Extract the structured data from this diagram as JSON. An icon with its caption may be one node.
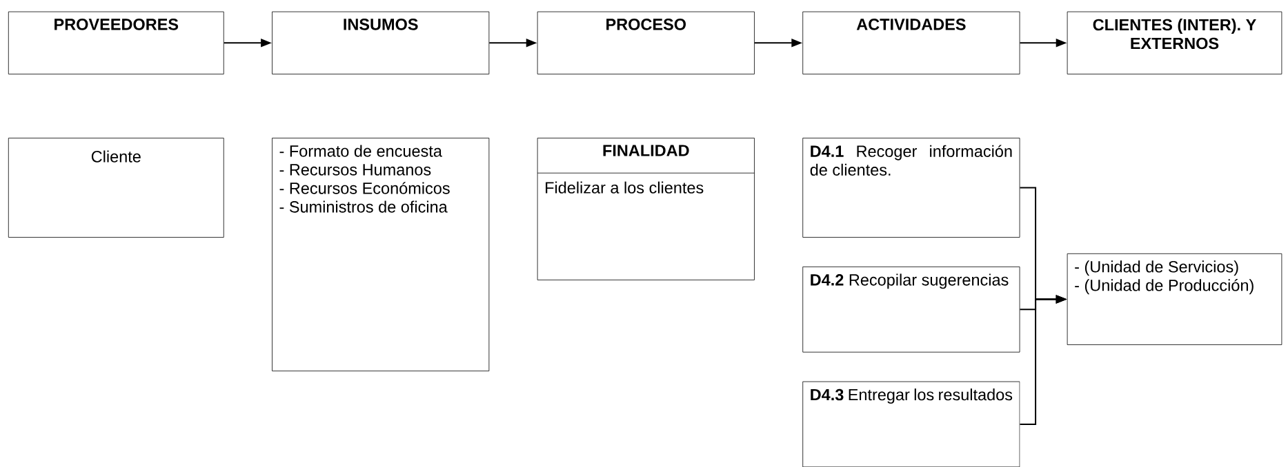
{
  "diagram": {
    "nodes": [
      {
        "text": [
          "PROVEEDORES"
        ]
      },
      {
        "text": [
          "INSUMOS"
        ]
      },
      {
        "text": [
          "PROCESO"
        ]
      },
      {
        "text": [
          "ACTIVIDADES"
        ]
      },
      {
        "text": [
          "CLIENTES (INTER). Y EXTERNOS"
        ]
      },
      {
        "text": [
          "Cliente"
        ]
      },
      {
        "text": [
          "- Formato de encuesta",
          "- Recursos Humanos",
          "- Recursos Económicos",
          "- Suministros de oficina"
        ]
      },
      {
        "text": [
          "FINALIDAD",
          "Fidelizar a los clientes"
        ]
      },
      {
        "text": [
          "**D4.1** Recoger información de clientes."
        ]
      },
      {
        "text": [
          "**D4.2** Recopilar sugerencias"
        ]
      },
      {
        "text": [
          "**D4.3** Entregar los resultados"
        ]
      },
      {
        "text": [
          "- (Unidad de Servicios)",
          "- (Unidad de Producción)"
        ]
      }
    ],
    "edges": [
      {
        "from": 0,
        "to": 1,
        "arrow": "to"
      },
      {
        "from": 1,
        "to": 2,
        "arrow": "to"
      },
      {
        "from": 2,
        "to": 3,
        "arrow": "to"
      },
      {
        "from": 3,
        "to": 4,
        "arrow": "to"
      },
      {
        "from": 8,
        "to": 11,
        "arrow": "to"
      },
      {
        "from": 9,
        "to": 11,
        "arrow": "to"
      },
      {
        "from": 10,
        "to": 11,
        "arrow": "to"
      }
    ]
  }
}
